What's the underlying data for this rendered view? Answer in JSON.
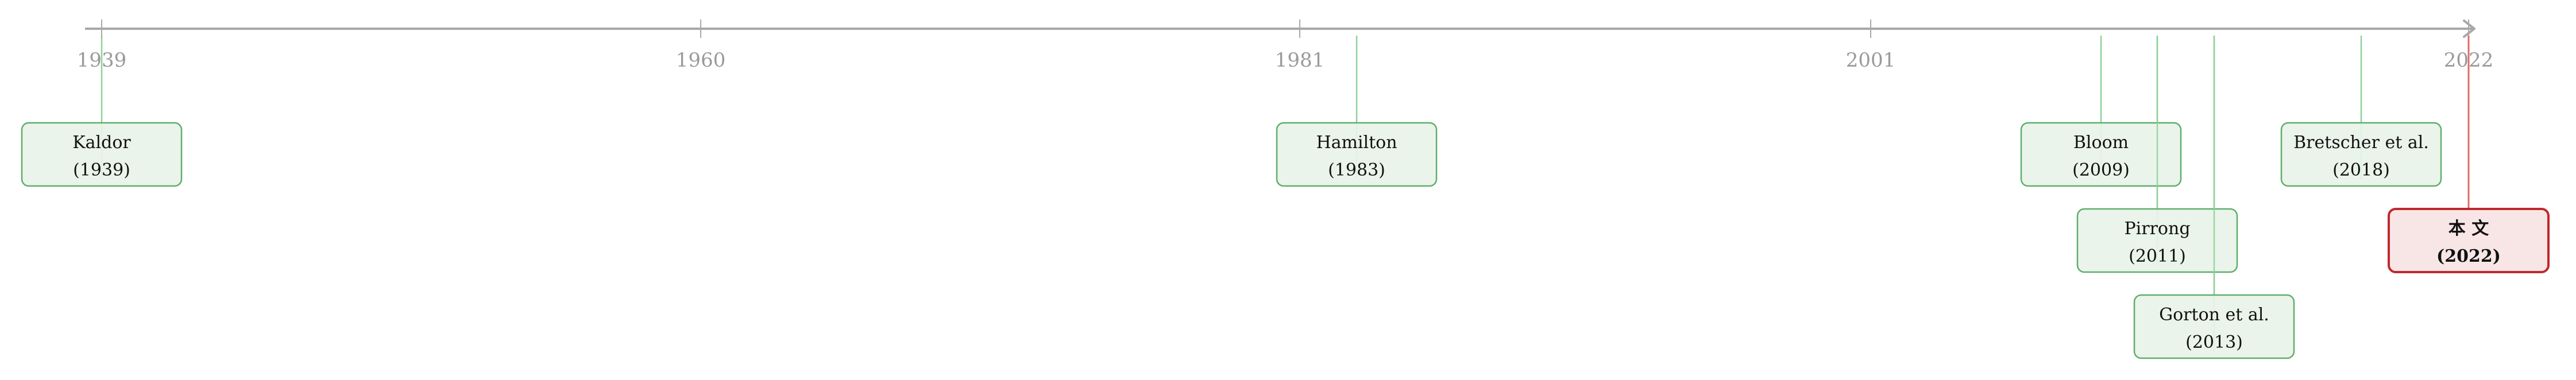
{
  "axis": {
    "ticks": [
      "1939",
      "1960",
      "1981",
      "2001",
      "2022"
    ]
  },
  "events": [
    {
      "id": "kaldor",
      "name": "Kaldor",
      "year_label": "(1939)",
      "year": 1939,
      "highlight": false
    },
    {
      "id": "hamilton",
      "name": "Hamilton",
      "year_label": "(1983)",
      "year": 1983,
      "highlight": false
    },
    {
      "id": "bloom",
      "name": "Bloom",
      "year_label": "(2009)",
      "year": 2009,
      "highlight": false
    },
    {
      "id": "pirrong",
      "name": "Pirrong",
      "year_label": "(2011)",
      "year": 2011,
      "highlight": false
    },
    {
      "id": "gorton",
      "name": "Gorton et al.",
      "year_label": "(2013)",
      "year": 2013,
      "highlight": false
    },
    {
      "id": "bretscher",
      "name": "Bretscher et al.",
      "year_label": "(2018)",
      "year": 2018,
      "highlight": false
    },
    {
      "id": "this-paper",
      "name": "本 文",
      "year_label": "(2022)",
      "year": 2022,
      "highlight": true
    }
  ],
  "colors": {
    "axis": "#a8a8a8",
    "tick_label": "#9a9a9a",
    "card_fill": "#e8f3e8",
    "card_stroke": "#5fae6a",
    "connector": "#8fd19a",
    "highlight_fill": "#f8e6e6",
    "highlight_stroke": "#c0282d",
    "highlight_connector": "#e06a6a"
  }
}
